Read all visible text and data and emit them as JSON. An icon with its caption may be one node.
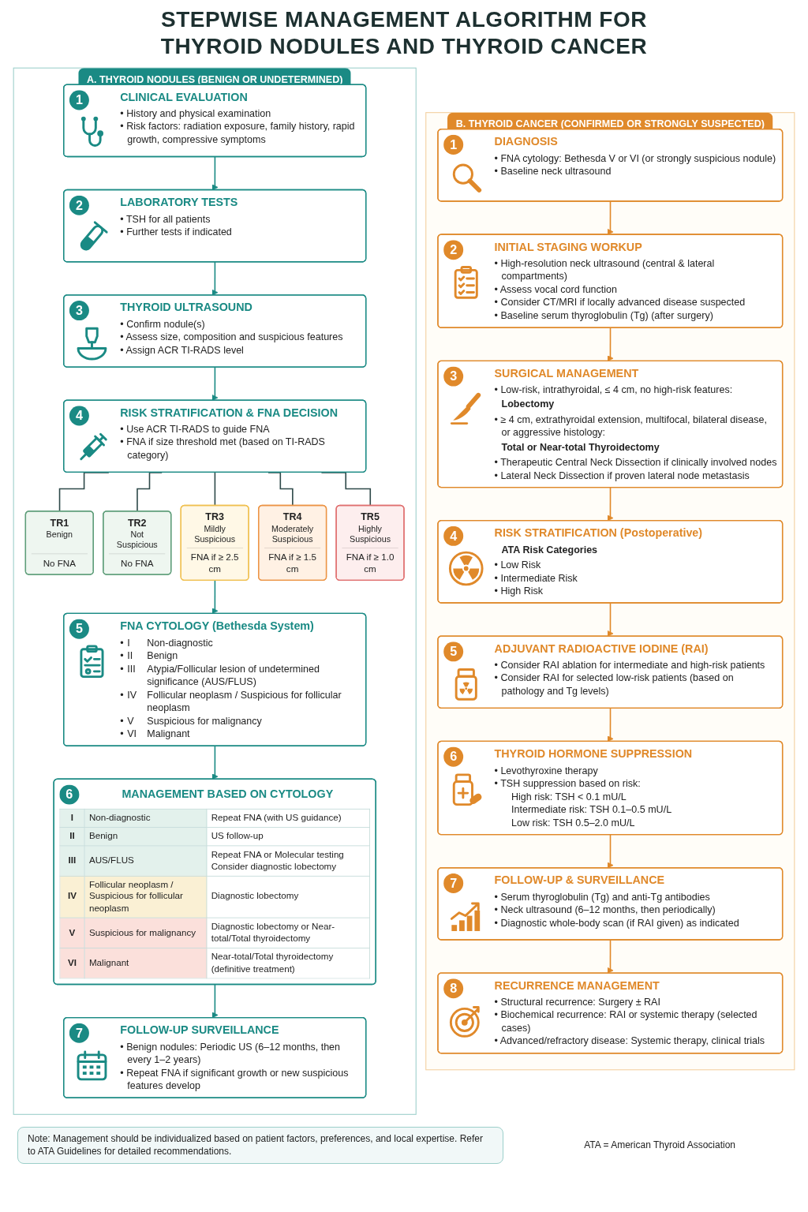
{
  "diagram": {
    "title": "STEPWISE MANAGEMENT ALGORITHM FOR THYROID NODULES AND THYROID CANCER",
    "nodes": [
      {
        "text": [
          "A. THYROID NODULES (BENIGN OR UNDETERMINED)"
        ]
      },
      {
        "text": [
          "1",
          "CLINICAL EVALUATION",
          "• History and physical examination",
          "• Risk factors: radiation exposure, family history, rapid growth, compressive symptoms"
        ],
        "in": 0
      },
      {
        "text": [
          "2",
          "LABORATORY TESTS",
          "• TSH for all patients",
          "• Further tests if indicated"
        ],
        "in": 0
      },
      {
        "text": [
          "3",
          "THYROID ULTRASOUND",
          "• Confirm nodule(s)",
          "• Assess size, composition and suspicious features",
          "• Assign ACR TI-RADS level"
        ],
        "in": 0
      },
      {
        "text": [
          "4",
          "RISK STRATIFICATION & FNA DECISION",
          "• Use ACR TI-RADS to guide FNA",
          "• FNA if size threshold met (based on TI-RADS category)"
        ],
        "in": 0
      },
      {
        "text": [
          "TR1",
          "Benign",
          "No FNA"
        ],
        "in": 0
      },
      {
        "text": [
          "TR2",
          "Not Suspicious",
          "No FNA"
        ],
        "in": 0
      },
      {
        "text": [
          "TR3",
          "Mildly Suspicious",
          "FNA if ≥ 2.5 cm"
        ],
        "in": 0
      },
      {
        "text": [
          "TR4",
          "Moderately Suspicious",
          "FNA if ≥ 1.5 cm"
        ],
        "in": 0
      },
      {
        "text": [
          "TR5",
          "Highly Suspicious",
          "FNA if ≥ 1.0 cm"
        ],
        "in": 0
      },
      {
        "text": [
          "5",
          "FNA CYTOLOGY (Bethesda System)",
          "•",
          "I",
          "Non-diagnostic",
          "•",
          "II",
          "Benign",
          "•",
          "III",
          "Atypia/Follicular lesion of undetermined significance (AUS/FLUS)",
          "•",
          "IV",
          "Follicular neoplasm / Suspicious for follicular neoplasm",
          "•",
          "V",
          "Suspicious for malignancy",
          "•",
          "VI",
          "Malignant"
        ],
        "in": 0
      },
      {
        "text": [
          "6",
          "MANAGEMENT BASED ON CYTOLOGY",
          "I",
          "Non-diagnostic",
          "Repeat FNA (with US guidance)",
          "II",
          "Benign",
          "US follow-up",
          "III",
          "AUS/FLUS",
          "Repeat FNA or Molecular testing Consider diagnostic lobectomy",
          "IV",
          "Follicular neoplasm / Suspicious for follicular neoplasm",
          "Diagnostic lobectomy",
          "V",
          "Suspicious for malignancy",
          "Diagnostic lobectomy or Near-total/Total thyroidectomy",
          "VI",
          "Malignant",
          "Near-total/Total thyroidectomy (definitive treatment)"
        ],
        "in": 0
      },
      {
        "text": [
          "7",
          "FOLLOW-UP SURVEILLANCE",
          "• Benign nodules: Periodic US (6–12 months, then every 1–2 years)",
          "• Repeat FNA if significant growth or new suspicious features develop"
        ],
        "in": 0
      },
      {
        "text": [
          "B. THYROID CANCER (CONFIRMED OR STRONGLY SUSPECTED)"
        ]
      },
      {
        "text": [
          "1",
          "DIAGNOSIS",
          "• FNA cytology: Bethesda V or VI (or strongly suspicious nodule)",
          "• Baseline neck ultrasound"
        ],
        "in": 13
      },
      {
        "text": [
          "2",
          "INITIAL STAGING WORKUP",
          "• High-resolution neck ultrasound (central & lateral compartments)",
          "• Assess vocal cord function",
          "• Consider CT/MRI if locally advanced disease suspected",
          "• Baseline serum thyroglobulin (Tg) (after surgery)"
        ],
        "in": 13
      },
      {
        "text": [
          "3",
          "SURGICAL MANAGEMENT",
          "• Low-risk, intrathyroidal, ≤ 4 cm, no high-risk features:",
          "Lobectomy",
          "• ≥ 4 cm, extrathyroidal extension, multifocal, bilateral disease, or aggressive histology:",
          "Total or Near-total Thyroidectomy",
          "• Therapeutic Central Neck Dissection if clinically involved nodes",
          "• Lateral Neck Dissection if proven lateral node metastasis"
        ],
        "in": 13
      },
      {
        "text": [
          "4",
          "RISK STRATIFICATION (Postoperative)",
          "ATA Risk Categories",
          "• Low Risk",
          "• Intermediate Risk",
          "• High Risk"
        ],
        "in": 13
      },
      {
        "text": [
          "5",
          "ADJUVANT RADIOACTIVE IODINE (RAI)",
          "• Consider RAI ablation for intermediate and high-risk patients",
          "• Consider RAI for selected low-risk patients (based on pathology and Tg levels)"
        ],
        "in": 13
      },
      {
        "text": [
          "6",
          "THYROID HORMONE SUPPRESSION",
          "• Levothyroxine therapy",
          "• TSH suppression based on risk:",
          "High risk: TSH < 0.1 mU/L",
          "Intermediate risk: TSH 0.1–0.5 mU/L",
          "Low risk: TSH 0.5–2.0 mU/L"
        ],
        "in": 13
      },
      {
        "text": [
          "7",
          "FOLLOW-UP & SURVEILLANCE",
          "• Serum thyroglobulin (Tg) and anti-Tg antibodies",
          "• Neck ultrasound (6–12 months, then periodically)",
          "• Diagnostic whole-body scan (if RAI given) as indicated"
        ],
        "in": 13
      },
      {
        "text": [
          "8",
          "RECURRENCE MANAGEMENT",
          "• Structural recurrence: Surgery ± RAI",
          "• Biochemical recurrence: RAI or systemic therapy (selected cases)",
          "• Advanced/refractory disease: Systemic therapy, clinical trials"
        ],
        "in": 13
      }
    ],
    "edges": [
      {
        "from": 1,
        "to": 2,
        "arrow": "to",
        "color": "#1a8a84"
      },
      {
        "from": 2,
        "to": 3,
        "arrow": "to",
        "color": "#1a8a84"
      },
      {
        "from": 3,
        "to": 4,
        "arrow": "to",
        "color": "#1a8a84"
      },
      {
        "from": 4,
        "to": 5,
        "arrow": "none",
        "color": "#2f4a4a"
      },
      {
        "from": 4,
        "to": 6,
        "arrow": "none",
        "color": "#2f4a4a"
      },
      {
        "from": 4,
        "to": 7,
        "arrow": "none",
        "color": "#2f4a4a"
      },
      {
        "from": 4,
        "to": 8,
        "arrow": "none",
        "color": "#2f4a4a"
      },
      {
        "from": 4,
        "to": 9,
        "arrow": "none",
        "color": "#2f4a4a"
      },
      {
        "from": 7,
        "to": 10,
        "arrow": "to",
        "color": "#1a8a84"
      },
      {
        "from": 10,
        "to": 11,
        "arrow": "to",
        "color": "#1a8a84"
      },
      {
        "from": 11,
        "to": 12,
        "arrow": "to",
        "color": "#1a8a84"
      },
      {
        "from": 14,
        "to": 15,
        "arrow": "to",
        "color": "#e0892a"
      },
      {
        "from": 15,
        "to": 16,
        "arrow": "to",
        "color": "#e0892a"
      },
      {
        "from": 16,
        "to": 17,
        "arrow": "to",
        "color": "#e0892a"
      },
      {
        "from": 17,
        "to": 18,
        "arrow": "to",
        "color": "#e0892a"
      },
      {
        "from": 18,
        "to": 19,
        "arrow": "to",
        "color": "#e0892a"
      },
      {
        "from": 19,
        "to": 20,
        "arrow": "to",
        "color": "#e0892a"
      },
      {
        "from": 20,
        "to": 21,
        "arrow": "to",
        "color": "#e0892a"
      }
    ],
    "labels": [
      "Note: Management should be individualized based on patient factors, preferences, and local expertise. Refer to ATA Guidelines for detailed recommendations.",
      "ATA = American Thyroid Association"
    ]
  }
}
